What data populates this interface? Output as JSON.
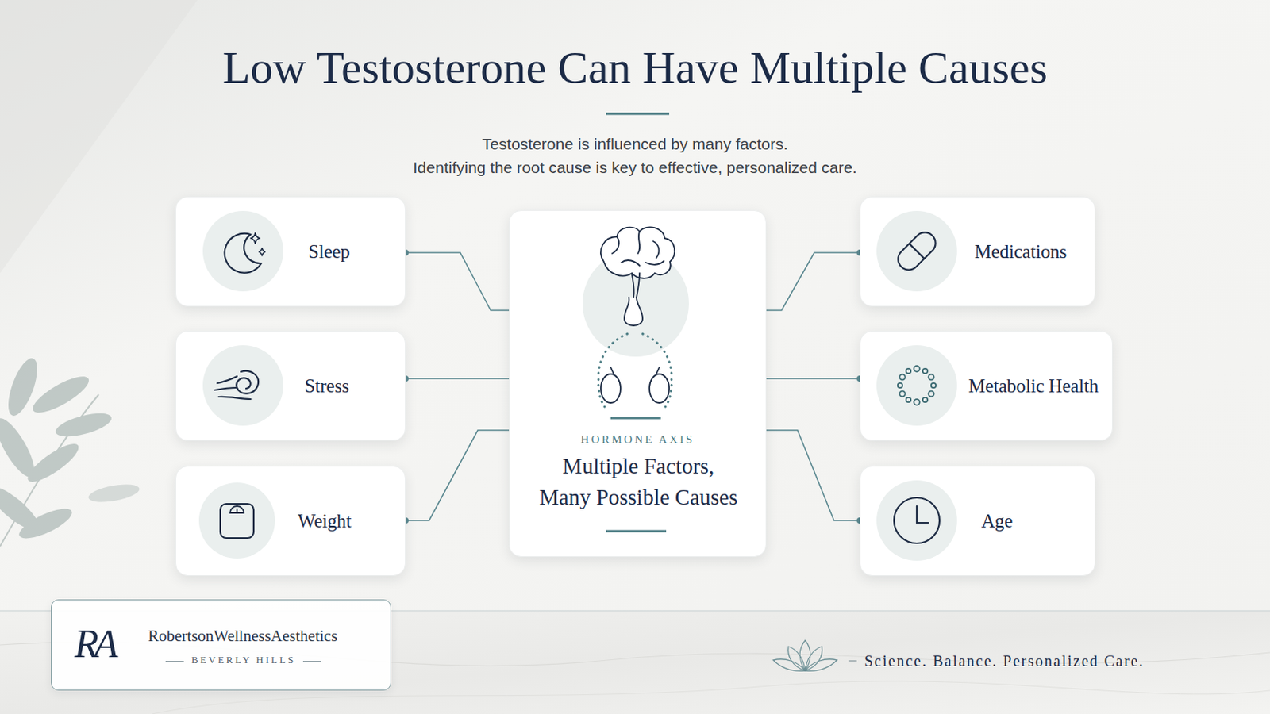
{
  "diagram": {
    "title": "Low Testosterone Can Have Multiple Causes",
    "nodes": [
      {
        "text": [
          "Sleep"
        ]
      },
      {
        "text": [
          "Stress"
        ]
      },
      {
        "text": [
          "Weight"
        ]
      },
      {
        "text": [
          "HORMONE AXIS",
          "Multiple Factors, Many Possible Causes"
        ]
      },
      {
        "text": [
          "Medications"
        ]
      },
      {
        "text": [
          "Metabolic Health"
        ]
      },
      {
        "text": [
          "Age"
        ]
      },
      {
        "text": [
          "RA",
          "RobertsonWellnessAesthetics",
          "BEVERLY HILLS"
        ]
      }
    ],
    "edges": [
      {
        "from": 0,
        "to": 3,
        "arrow": "none"
      },
      {
        "from": 1,
        "to": 3,
        "arrow": "none"
      },
      {
        "from": 2,
        "to": 3,
        "arrow": "none"
      },
      {
        "from": 4,
        "to": 3,
        "arrow": "none"
      },
      {
        "from": 5,
        "to": 3,
        "arrow": "none"
      },
      {
        "from": 6,
        "to": 3,
        "arrow": "none"
      }
    ],
    "labels": [
      "Testosterone is influenced by many factors.",
      "Identifying the root cause is key to effective, personalized care.",
      "Science. Balance. Personalized Care."
    ]
  }
}
